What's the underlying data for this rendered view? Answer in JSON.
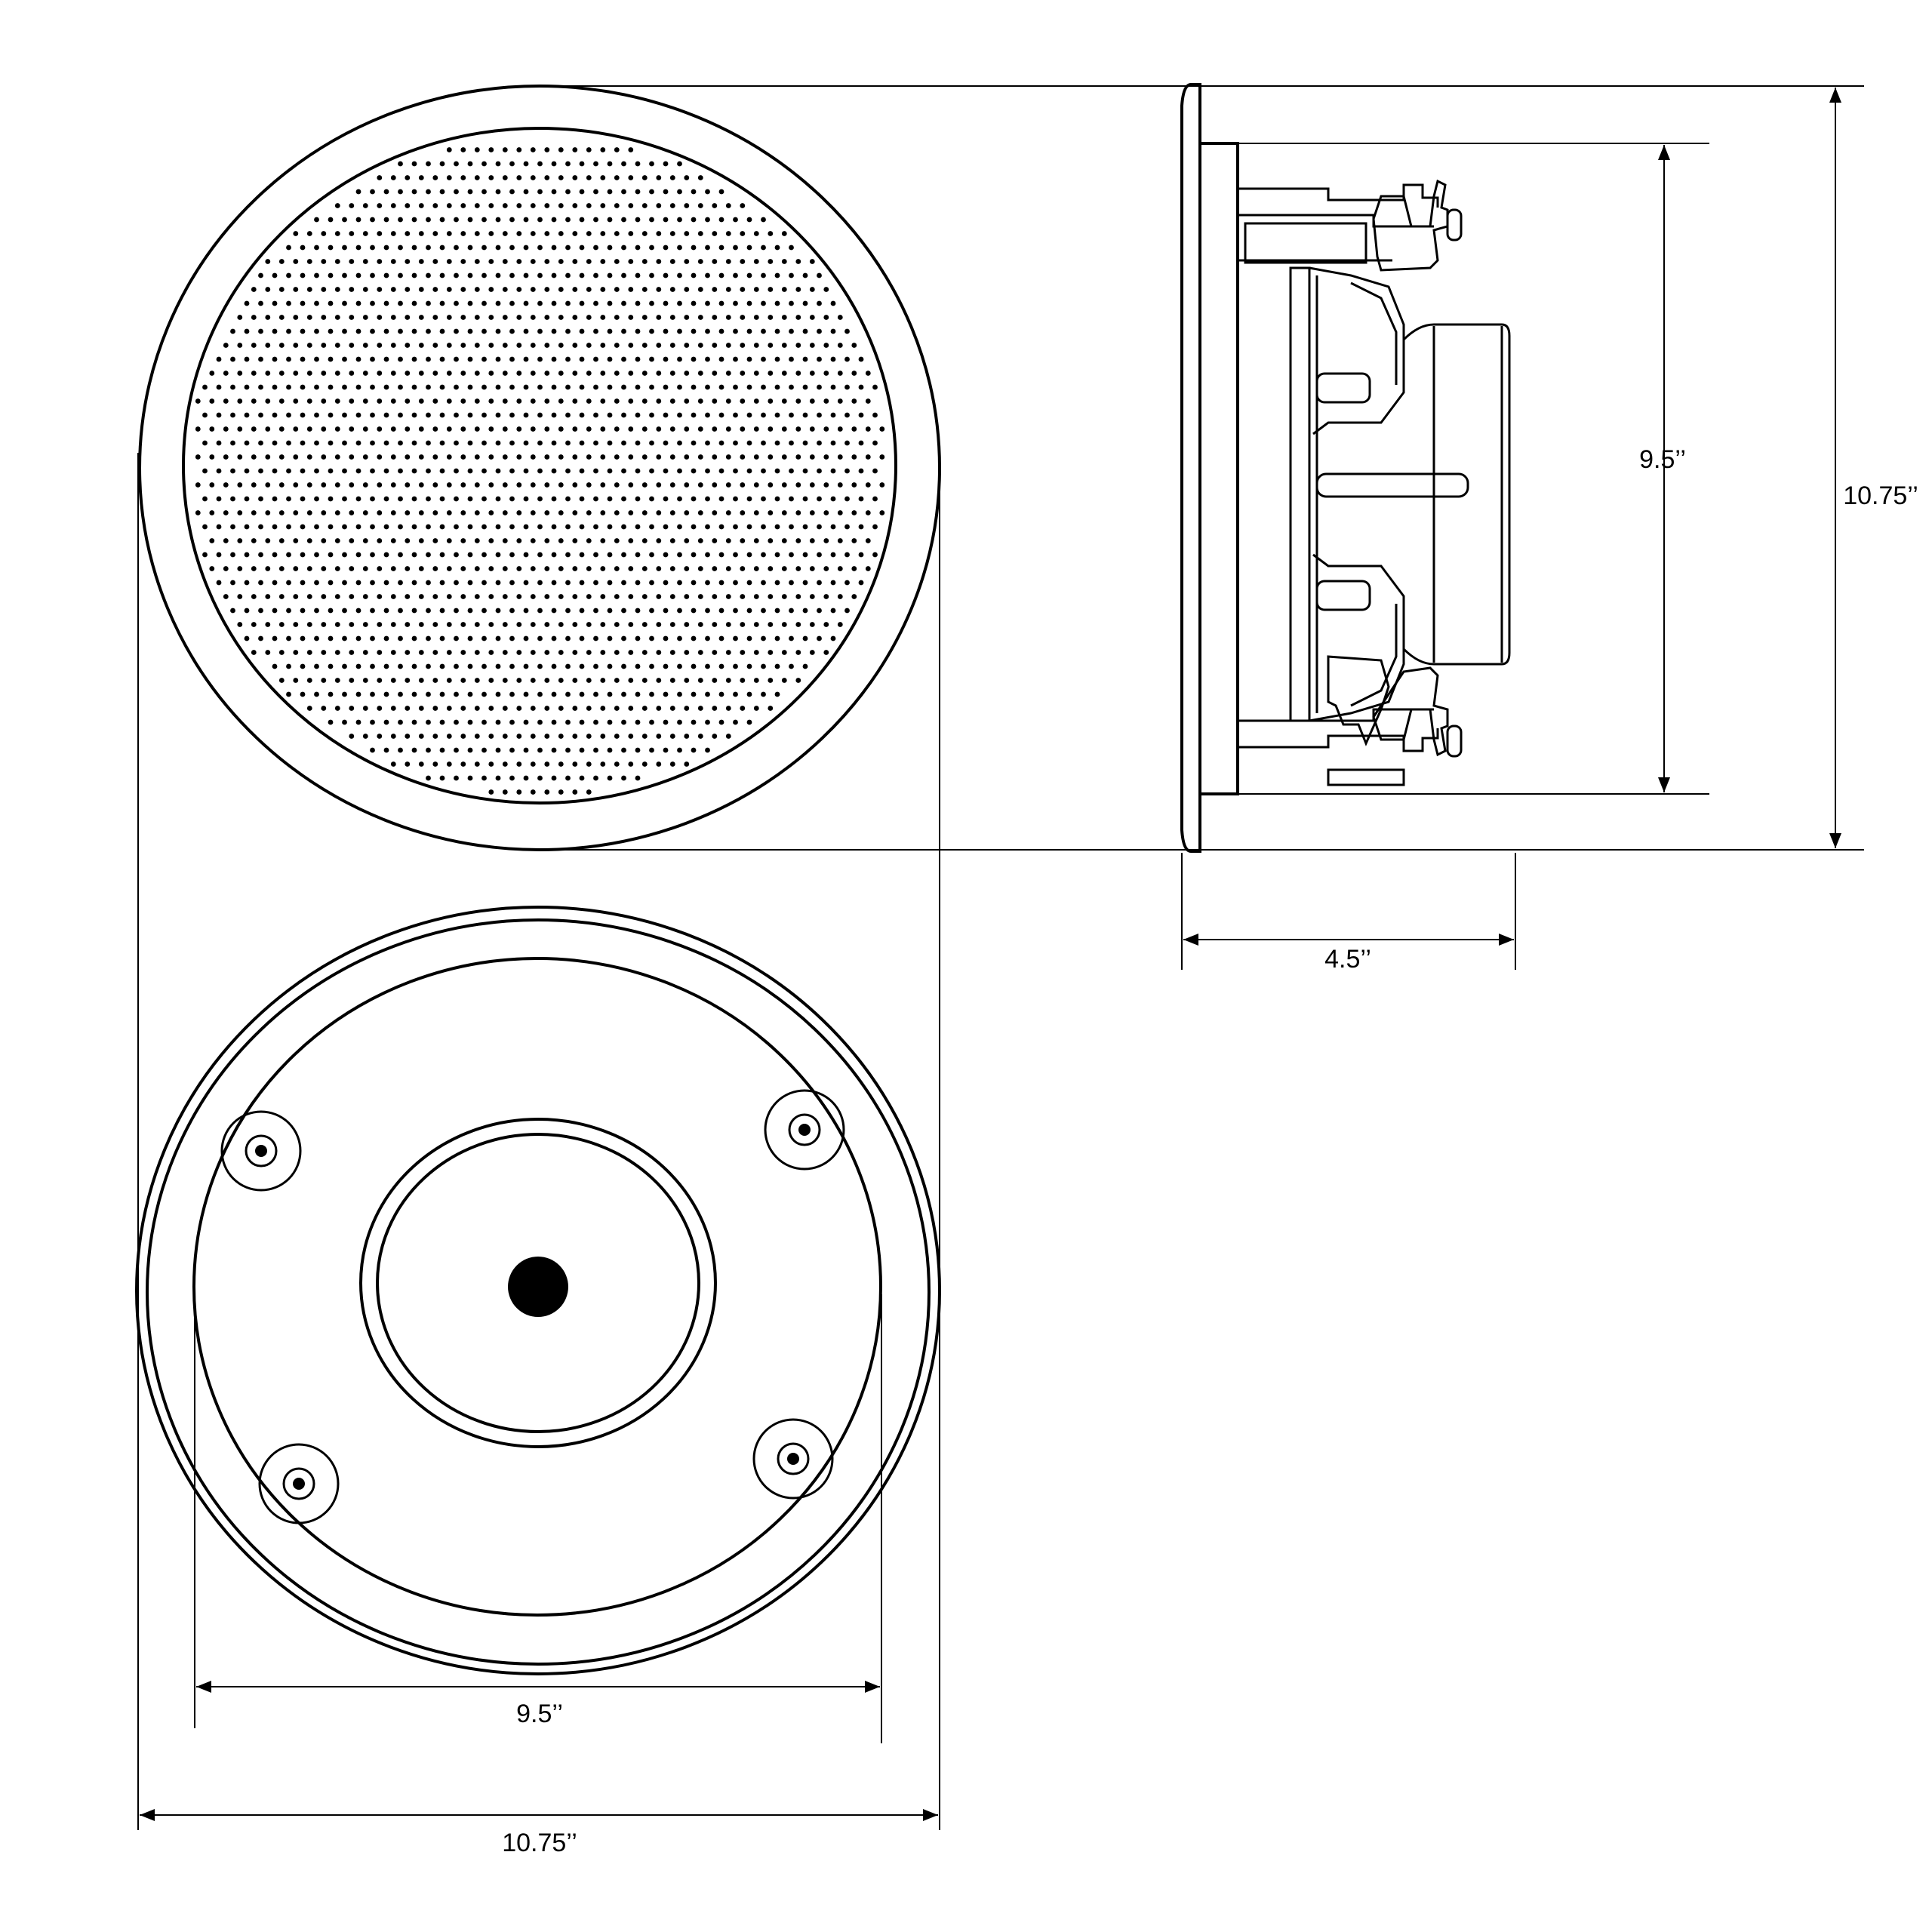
{
  "dimensions": {
    "front_outer_diameter": "10.75’’",
    "front_cutout_diameter": "9.5’’",
    "side_outer_height": "10.75’’",
    "side_cutout_height": "9.5’’",
    "side_depth": "4.5’’"
  },
  "views": [
    "grille-front-view",
    "side-profile-view",
    "rear-mounting-view"
  ],
  "colors": {
    "line": "#000000",
    "background": "#ffffff"
  }
}
